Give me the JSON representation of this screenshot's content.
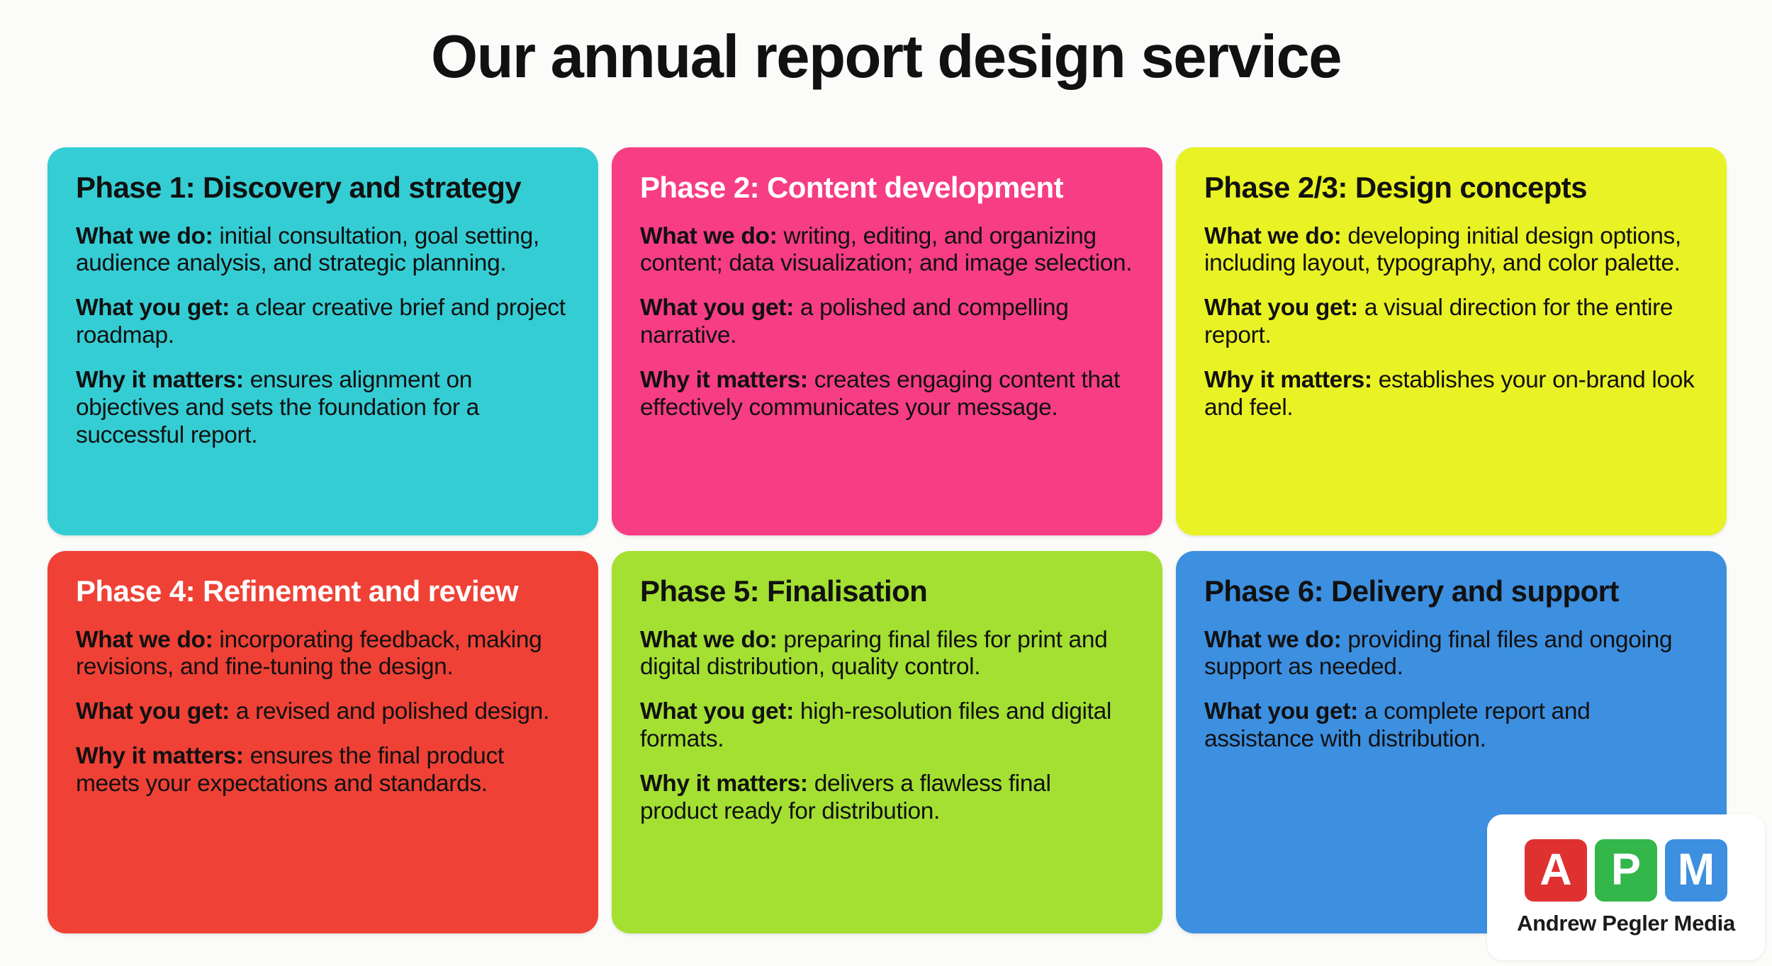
{
  "page": {
    "title": "Our annual report design service",
    "background_color": "#fbfbf9"
  },
  "labels": {
    "what_we_do": "What we do:",
    "what_you_get": "What you get:",
    "why_it_matters": "Why it matters:"
  },
  "cards": [
    {
      "id": "phase-1",
      "title": "Phase 1: Discovery and strategy",
      "bg_color": "#35cdd4",
      "title_color": "#111111",
      "rows": [
        {
          "label": "What we do:",
          "text": " initial consultation, goal setting, audience analysis, and strategic planning."
        },
        {
          "label": "What you get:",
          "text": " a clear creative brief and project roadmap."
        },
        {
          "label": "Why it matters:",
          "text": " ensures alignment on objectives and sets the foundation for a successful report."
        }
      ]
    },
    {
      "id": "phase-2",
      "title": "Phase 2: Content development",
      "bg_color": "#f73d83",
      "title_color": "#ffffff",
      "rows": [
        {
          "label": "What we do:",
          "text": " writing, editing, and organizing content; data visualization; and image selection."
        },
        {
          "label": "What you get:",
          "text": " a polished and compelling narrative."
        },
        {
          "label": "Why it matters:",
          "text": " creates engaging content that effectively communicates your message."
        }
      ]
    },
    {
      "id": "phase-2-3",
      "title": "Phase 2/3: Design concepts",
      "bg_color": "#e9f224",
      "title_color": "#111111",
      "rows": [
        {
          "label": "What we do:",
          "text": " developing initial design options, including layout, typography, and color palette."
        },
        {
          "label": "What you get:",
          "text": " a visual direction for the entire report."
        },
        {
          "label": "Why it matters:",
          "text": " establishes your on-brand look and feel."
        }
      ]
    },
    {
      "id": "phase-4",
      "title": "Phase 4: Refinement and review",
      "bg_color": "#ef4136",
      "title_color": "#ffffff",
      "rows": [
        {
          "label": "What we do:",
          "text": " incorporating feedback, making revisions, and fine-tuning the design."
        },
        {
          "label": "What you get:",
          "text": " a revised and polished design."
        },
        {
          "label": "Why it matters:",
          "text": " ensures the final product meets your expectations and standards."
        }
      ]
    },
    {
      "id": "phase-5",
      "title": "Phase 5: Finalisation",
      "bg_color": "#a3e032",
      "title_color": "#111111",
      "rows": [
        {
          "label": "What we do:",
          "text": " preparing final files for print and digital distribution, quality control."
        },
        {
          "label": "What you get:",
          "text": " high-resolution files and digital formats."
        },
        {
          "label": "Why it matters:",
          "text": " delivers a flawless final product ready for distribution."
        }
      ]
    },
    {
      "id": "phase-6",
      "title": "Phase 6: Delivery and support",
      "bg_color": "#3d8fe0",
      "title_color": "#111111",
      "rows": [
        {
          "label": "What we do:",
          "text": " providing final files and ongoing support as needed."
        },
        {
          "label": "What you get:",
          "text": " a complete report and assistance with distribution."
        }
      ]
    }
  ],
  "logo": {
    "wordmark": "Andrew Pegler Media",
    "tiles": [
      {
        "letter": "A",
        "color": "#e03131"
      },
      {
        "letter": "P",
        "color": "#33b64a"
      },
      {
        "letter": "M",
        "color": "#3d8fe0"
      }
    ]
  }
}
